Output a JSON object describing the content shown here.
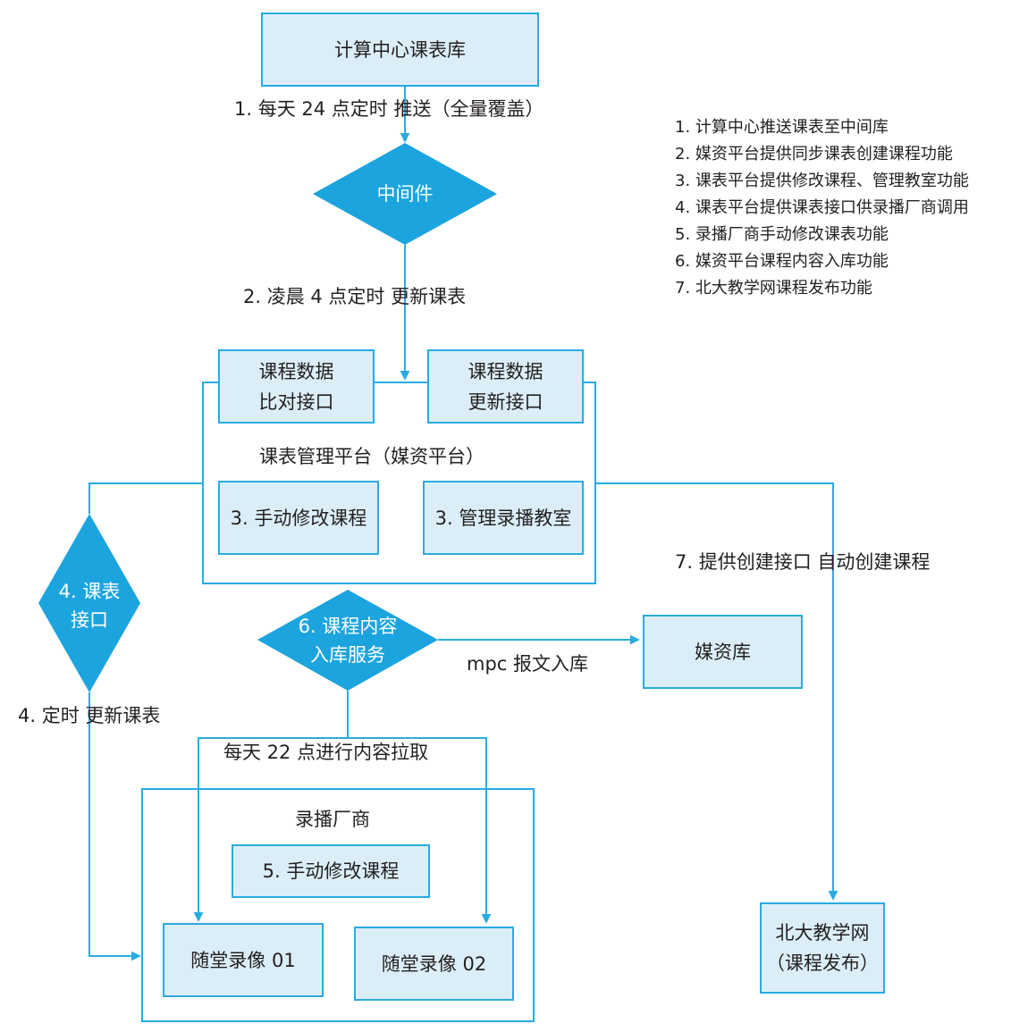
{
  "colors": {
    "line": "#29abe2",
    "box_fill": "#dbeef8",
    "diamond_fill": "#1ca4df",
    "text": "#231f20"
  },
  "nodes": {
    "compute_center": "计算中心课表库",
    "middleware": "中间件",
    "compare_api": "课程数据\n比对接口",
    "update_api": "课程数据\n更新接口",
    "platform_title": "课表管理平台（媒资平台）",
    "manual_edit_platform": "3. 手动修改课程",
    "manage_classroom": "3. 管理录播教室",
    "schedule_api": "4. 课表\n接口",
    "content_service": "6. 课程内容\n入库服务",
    "media_library": "媒资库",
    "vendor_title": "录播厂商",
    "vendor_manual_edit": "5. 手动修改课程",
    "recorder_01": "随堂录像 01",
    "recorder_02": "随堂录像 02",
    "pku_teaching_net": "北大教学网\n（课程发布）"
  },
  "edges": {
    "push_daily": "1. 每天 24 点定时  推送（全量覆盖）",
    "update_dawn": "2. 凌晨 4 点定时    更新课表",
    "timed_update": "4. 定时   更新课表",
    "mpc_ingest": "mpc 报文入库",
    "pull_content": "每天 22 点进行内容拉取",
    "create_api": "7. 提供创建接口    自动创建课程"
  },
  "legend": [
    "1. 计算中心推送课表至中间库",
    "2. 媒资平台提供同步课表创建课程功能",
    "3. 课表平台提供修改课程、管理教室功能",
    "4. 课表平台提供课表接口供录播厂商调用",
    "5. 录播厂商手动修改课表功能",
    "6. 媒资平台课程内容入库功能",
    "7. 北大教学网课程发布功能"
  ]
}
